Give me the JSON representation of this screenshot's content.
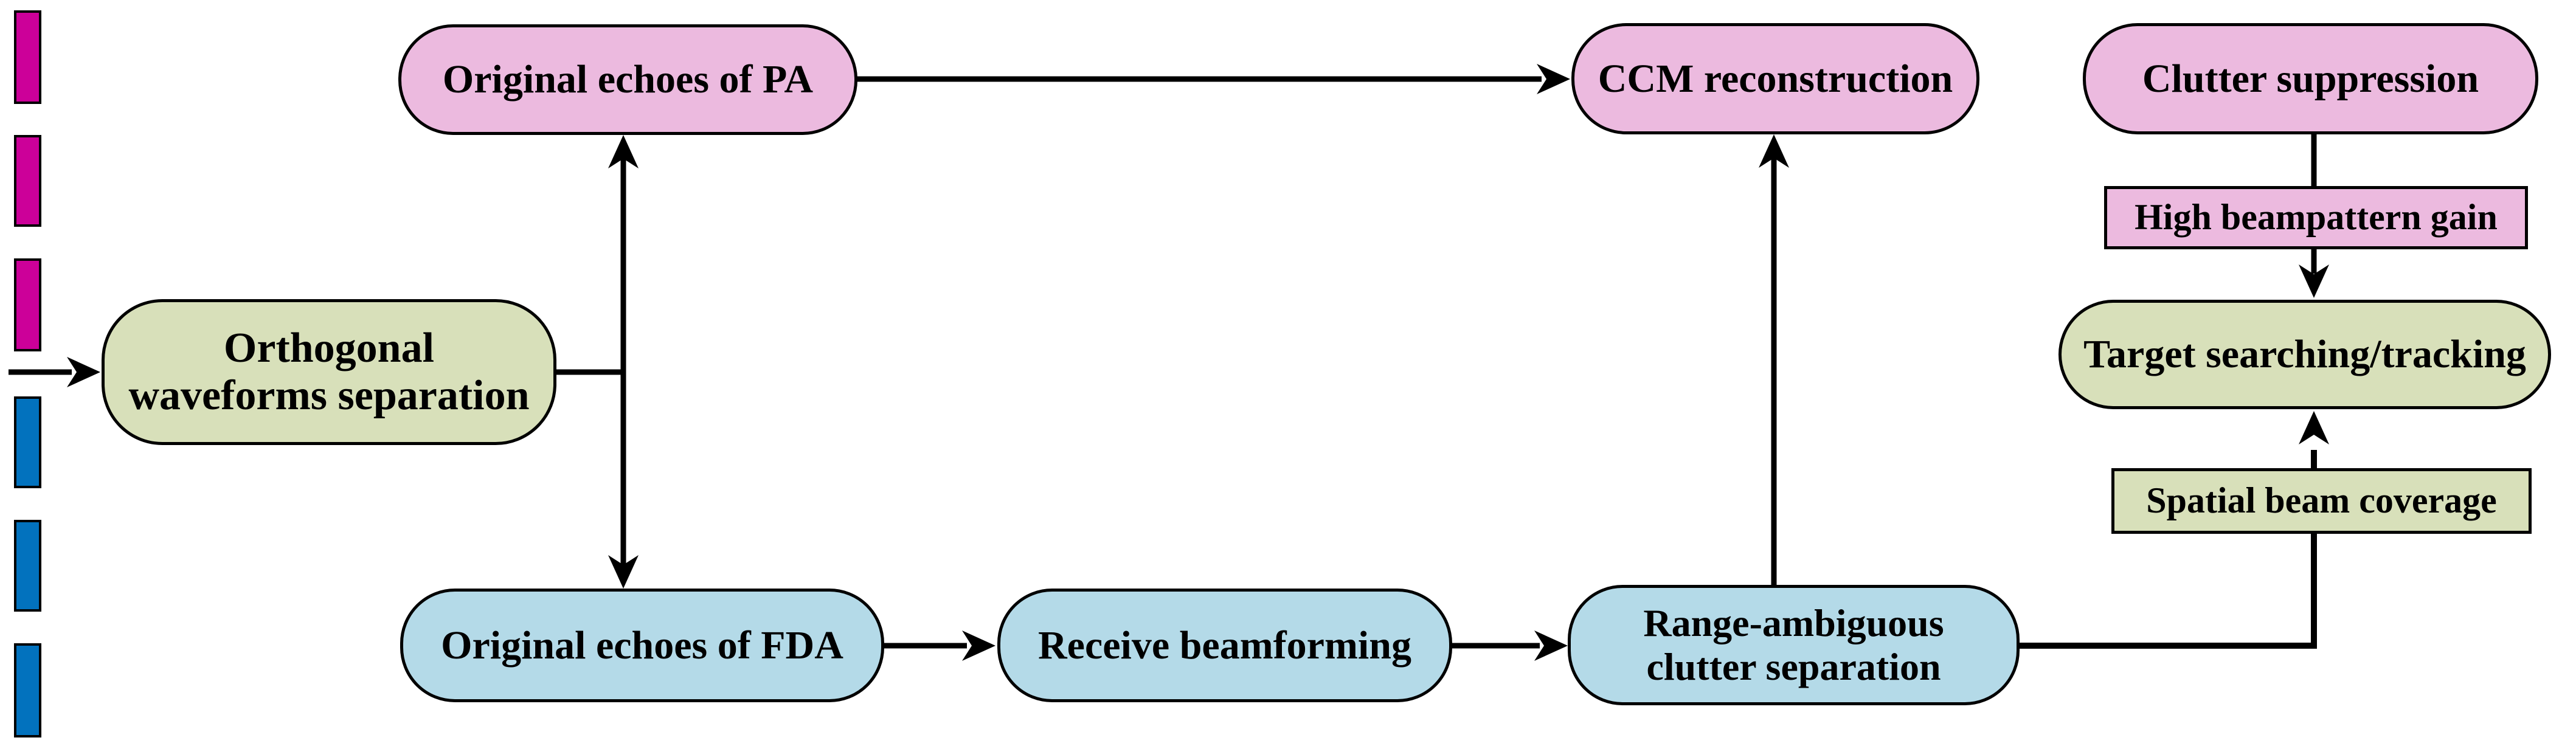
{
  "diagram": {
    "type": "flowchart",
    "nodes": {
      "orthogonal": {
        "label": "Orthogonal\nwaveforms separation",
        "shape": "rounded",
        "color_key": "green"
      },
      "pa": {
        "label": "Original echoes of PA",
        "shape": "rounded",
        "color_key": "pink"
      },
      "fda": {
        "label": "Original echoes of FDA",
        "shape": "rounded",
        "color_key": "blue"
      },
      "receive": {
        "label": "Receive beamforming",
        "shape": "rounded",
        "color_key": "blue"
      },
      "range": {
        "label": "Range-ambiguous\nclutter separation",
        "shape": "rounded",
        "color_key": "blue"
      },
      "ccm": {
        "label": "CCM reconstruction",
        "shape": "rounded",
        "color_key": "pink"
      },
      "clutter": {
        "label": "Clutter suppression",
        "shape": "rounded",
        "color_key": "pink"
      },
      "high_gain": {
        "label": "High beampattern gain",
        "shape": "rect",
        "color_key": "pink"
      },
      "target": {
        "label": "Target searching/tracking",
        "shape": "rounded",
        "color_key": "green"
      },
      "spatial": {
        "label": "Spatial beam coverage",
        "shape": "rect",
        "color_key": "green"
      }
    },
    "edges": [
      {
        "from": "input-signal",
        "to": "orthogonal"
      },
      {
        "from": "orthogonal",
        "to": "pa"
      },
      {
        "from": "orthogonal",
        "to": "fda"
      },
      {
        "from": "pa",
        "to": "ccm"
      },
      {
        "from": "fda",
        "to": "receive"
      },
      {
        "from": "receive",
        "to": "range"
      },
      {
        "from": "range",
        "to": "ccm"
      },
      {
        "from": "ccm",
        "to": "clutter"
      },
      {
        "from": "clutter",
        "to": "target",
        "via": "high_gain"
      },
      {
        "from": "range",
        "to": "target",
        "via": "spatial"
      }
    ],
    "colors": {
      "pink": "#ECBADF",
      "green": "#D8E0BA",
      "blue": "#B4DAE8",
      "bar_magenta": "#CC0099",
      "bar_blue": "#0272BE",
      "line": "#000000"
    },
    "array_elements": {
      "bars": [
        "#CC0099",
        "#CC0099",
        "#CC0099",
        "#0272BE",
        "#0272BE",
        "#0272BE"
      ]
    }
  }
}
